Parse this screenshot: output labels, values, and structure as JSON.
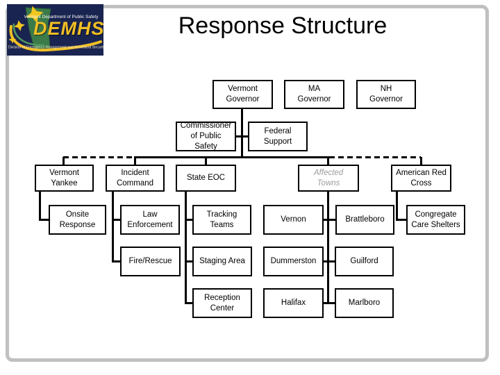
{
  "slide": {
    "title": "Response Structure",
    "background_color": "#ffffff",
    "frame_color": "#c0c0c0"
  },
  "logo": {
    "acronym": "DEMHS",
    "department": "Vermont Department of Public Safety",
    "division": "Division of Emergency Management and Homeland Security",
    "colors": {
      "background": "#1a2450",
      "gold": "#f0bf25",
      "state_green": "#3b7b4a",
      "text": "#ffffff"
    }
  },
  "org_chart": {
    "line_color": "#000000",
    "muted_text_color": "#9c9c9c",
    "nodes": {
      "vermont_governor": "Vermont\nGovernor",
      "ma_governor": "MA\nGovernor",
      "nh_governor": "NH\nGovernor",
      "commissioner_of_public_safety": "Commissioner\nof Public\nSafety",
      "federal_support": "Federal\nSupport",
      "vermont_yankee": "Vermont\nYankee",
      "incident_command": "Incident\nCommand",
      "state_eoc": "State EOC",
      "affected_towns": "Affected\nTowns",
      "american_red_cross": "American Red\nCross",
      "onsite_response": "Onsite\nResponse",
      "law_enforcement": "Law\nEnforcement",
      "tracking_teams": "Tracking\nTeams",
      "vernon": "Vernon",
      "brattleboro": "Brattleboro",
      "congregate_care_shelters": "Congregate\nCare Shelters",
      "fire_rescue": "Fire/Rescue",
      "staging_area": "Staging Area",
      "dummerston": "Dummerston",
      "guilford": "Guilford",
      "reception_center": "Reception\nCenter",
      "halifax": "Halifax",
      "marlboro": "Marlboro"
    },
    "edges": [
      {
        "from": "vermont_governor",
        "to": "commissioner_of_public_safety",
        "style": "solid"
      },
      {
        "from": "vermont_governor",
        "to": "federal_support",
        "style": "solid"
      },
      {
        "from": "vermont_governor",
        "to": "vermont_yankee",
        "style": "dashed"
      },
      {
        "from": "vermont_governor",
        "to": "incident_command",
        "style": "solid"
      },
      {
        "from": "vermont_governor",
        "to": "state_eoc",
        "style": "solid"
      },
      {
        "from": "vermont_governor",
        "to": "affected_towns",
        "style": "dashed"
      },
      {
        "from": "vermont_governor",
        "to": "american_red_cross",
        "style": "dashed"
      },
      {
        "from": "vermont_yankee",
        "to": "onsite_response",
        "style": "solid"
      },
      {
        "from": "incident_command",
        "to": "law_enforcement",
        "style": "solid"
      },
      {
        "from": "incident_command",
        "to": "fire_rescue",
        "style": "solid"
      },
      {
        "from": "state_eoc",
        "to": "tracking_teams",
        "style": "solid"
      },
      {
        "from": "state_eoc",
        "to": "staging_area",
        "style": "solid"
      },
      {
        "from": "state_eoc",
        "to": "reception_center",
        "style": "solid"
      },
      {
        "from": "affected_towns",
        "to": "vernon",
        "style": "solid"
      },
      {
        "from": "affected_towns",
        "to": "brattleboro",
        "style": "solid"
      },
      {
        "from": "affected_towns",
        "to": "dummerston",
        "style": "solid"
      },
      {
        "from": "affected_towns",
        "to": "guilford",
        "style": "solid"
      },
      {
        "from": "affected_towns",
        "to": "halifax",
        "style": "solid"
      },
      {
        "from": "affected_towns",
        "to": "marlboro",
        "style": "solid"
      },
      {
        "from": "american_red_cross",
        "to": "congregate_care_shelters",
        "style": "solid"
      }
    ]
  }
}
